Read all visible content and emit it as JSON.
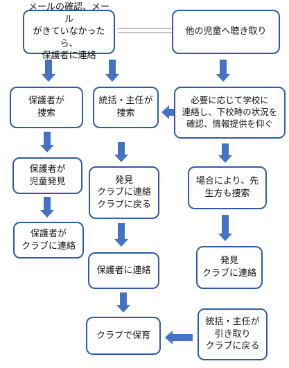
{
  "colors": {
    "border": "#2e5aa8",
    "arrow": "#4472c4",
    "connector": "#b0b0b0",
    "text": "#111111",
    "background": "#ffffff"
  },
  "boxes": {
    "check_email": "メールの確認、メール\nがきていなかったら、\n保護者に連絡",
    "ask_children": "他の児童へ聴き取り",
    "parent_search": "保護者が\n捜索",
    "supervisor_search": "統括・主任が\n捜索",
    "contact_school": "必要に応じて学校に\n連絡し、下校時の状況を\n確認、情報提供を仰ぐ",
    "parent_found": "保護者が\n児童発見",
    "found_contact_club": "発見\nクラブに連絡\nクラブに戻る",
    "teachers_search": "場合により、先\n生方も捜索",
    "parent_contact_club": "保護者が\nクラブに連絡",
    "contact_parent": "保護者に連絡",
    "found_contact_club_2": "発見\nクラブに連絡",
    "care_at_club": "クラブで保育",
    "supervisor_return": "統括・主任が\n引き取り\nクラブに戻る"
  }
}
